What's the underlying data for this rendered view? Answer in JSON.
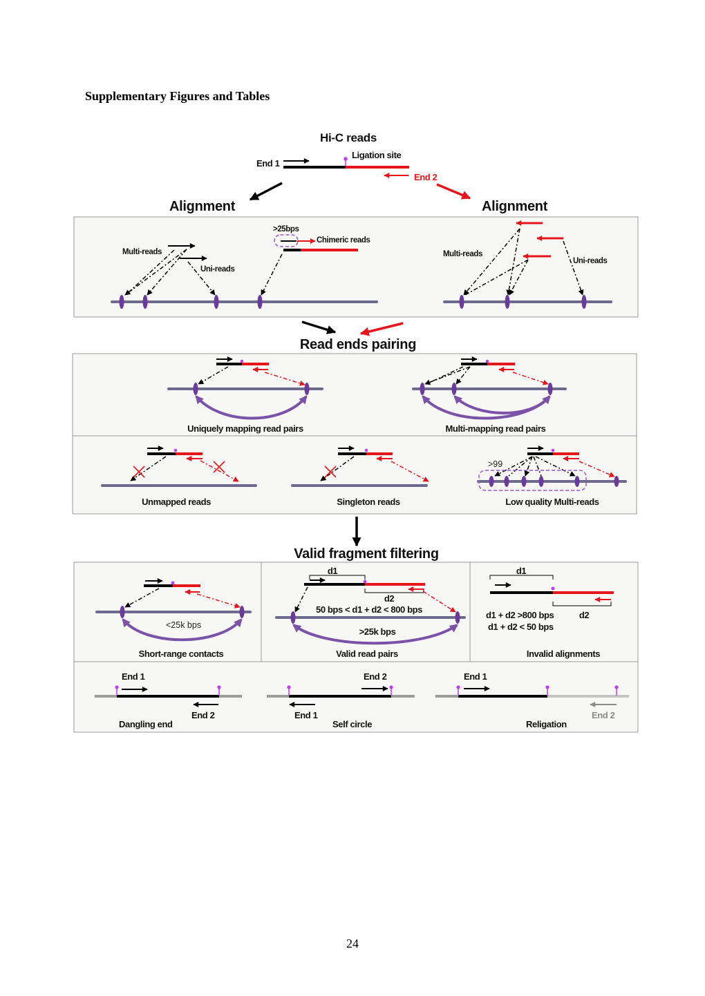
{
  "page": {
    "heading": "Supplementary Figures and Tables",
    "page_number": "24"
  },
  "colors": {
    "end1_read": "#000000",
    "end2_read": "#e8141b",
    "ligation_site": "#c23cf0",
    "genome": "#6e6a8e",
    "mapping_site": "#6b3a9c",
    "contact_arc": "#7c52a8",
    "panel_background": "#f7f7f5",
    "panel_border": "#9a9a9a",
    "unligated_genome": "#9b9b9b",
    "filtered_end": "#8a8a8a"
  },
  "hic_reads": {
    "title": "Hi-C reads",
    "ligation_site": "Ligation site",
    "end1": "End 1",
    "end2": "End 2"
  },
  "alignment": {
    "left_title": "Alignment",
    "right_title": "Alignment",
    "end1": {
      "chimeric_threshold": ">25bps",
      "chimeric": "Chimeric reads",
      "multi": "Multi-reads",
      "uni": "Uni-reads"
    },
    "end2": {
      "multi": "Multi-reads",
      "uni": "Uni-reads"
    }
  },
  "pairing": {
    "title": "Read ends pairing",
    "uniquely_mapping": "Uniquely mapping read pairs",
    "multi_mapping": "Multi-mapping read pairs",
    "unmapped": "Unmapped reads",
    "singleton": "Singleton reads",
    "low_quality": "Low quality Multi-reads",
    "low_quality_threshold": ">99"
  },
  "filtering": {
    "title": "Valid fragment filtering",
    "short_range": {
      "label": "Short-range contacts",
      "distance": "<25k bps"
    },
    "valid": {
      "label": "Valid read pairs",
      "d1": "d1",
      "d2": "d2",
      "condition": "50 bps < d1 + d2 < 800 bps",
      "distance": ">25k bps"
    },
    "invalid": {
      "label": "Invalid alignments",
      "d1": "d1",
      "d2": "d2",
      "condition_high": "d1 + d2 >800 bps",
      "condition_low": "d1 + d2 < 50 bps"
    },
    "dangling": {
      "label": "Dangling end",
      "end1": "End 1",
      "end2": "End 2"
    },
    "self_circle": {
      "label": "Self circle",
      "end1": "End 1",
      "end2": "End 2"
    },
    "religation": {
      "label": "Religation",
      "end1": "End 1",
      "end2": "End 2"
    }
  }
}
